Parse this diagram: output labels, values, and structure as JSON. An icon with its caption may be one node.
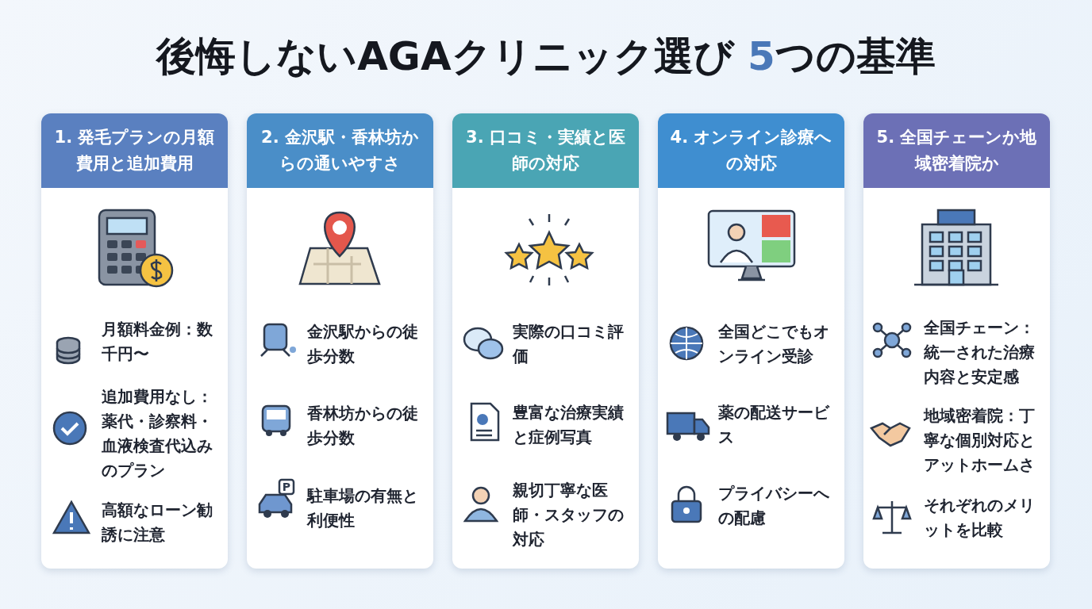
{
  "diagram": {
    "title": "後悔しないAGAクリニック選び **5**つの基準",
    "nodes": [
      {
        "text": [
          "1. 発毛プランの月額費用と追加費用"
        ]
      },
      {
        "text": [
          "月額料金例：数千円〜"
        ],
        "in": 0
      },
      {
        "text": [
          "追加費用なし：薬代・診察料・血液検査代込みのプラン"
        ],
        "in": 0
      },
      {
        "text": [
          "高額なローン勧誘に注意"
        ],
        "in": 0
      },
      {
        "text": [
          "2. 金沢駅・香林坊からの通いやすさ"
        ]
      },
      {
        "text": [
          "金沢駅からの徒歩分数"
        ],
        "in": 4
      },
      {
        "text": [
          "香林坊からの徒歩分数"
        ],
        "in": 4
      },
      {
        "text": [
          "駐車場の有無と利便性"
        ],
        "in": 4
      },
      {
        "text": [
          "3. 口コミ・実績と医師の対応"
        ]
      },
      {
        "text": [
          "実際の口コミ評価"
        ],
        "in": 8
      },
      {
        "text": [
          "豊富な治療実績と症例写真"
        ],
        "in": 8
      },
      {
        "text": [
          "親切丁寧な医師・スタッフの対応"
        ],
        "in": 8
      },
      {
        "text": [
          "4. オンライン診療への対応"
        ]
      },
      {
        "text": [
          "全国どこでもオンライン受診"
        ],
        "in": 12
      },
      {
        "text": [
          "薬の配送サービス"
        ],
        "in": 12
      },
      {
        "text": [
          "プライバシーへの配慮"
        ],
        "in": 12
      },
      {
        "text": [
          "5. 全国チェーンか地域密着院か"
        ]
      },
      {
        "text": [
          "全国チェーン：統一された治療内容と安定感"
        ],
        "in": 16
      },
      {
        "text": [
          "地域密着院：丁寧な個別対応とアットホームさ"
        ],
        "in": 16
      },
      {
        "text": [
          "それぞれのメリットを比較"
        ],
        "in": 16
      }
    ],
    "labels": [
      "P"
    ]
  }
}
